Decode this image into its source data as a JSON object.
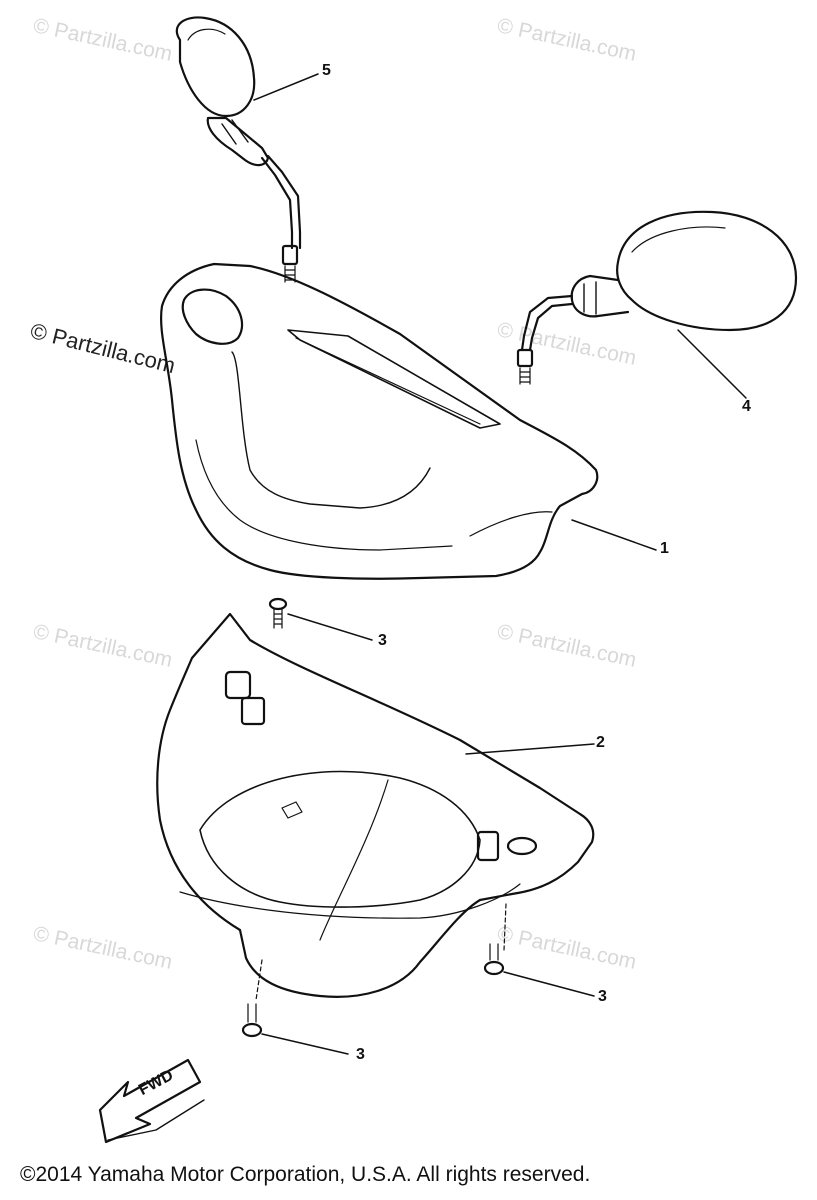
{
  "watermarks": {
    "text": "© Partzilla.com"
  },
  "callouts": {
    "c1": "1",
    "c2": "2",
    "c3a": "3",
    "c3b": "3",
    "c3c": "3",
    "c4": "4",
    "c5": "5"
  },
  "fwd_arrow": {
    "label": "FWD"
  },
  "footer": {
    "copyright": "©2014  Yamaha Motor Corporation, U.S.A. All rights reserved."
  }
}
